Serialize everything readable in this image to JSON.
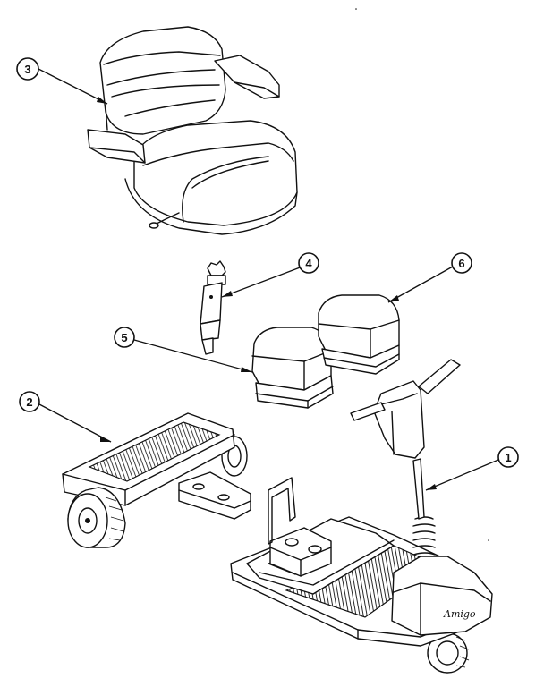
{
  "diagram": {
    "callouts": [
      {
        "id": "1",
        "label": "1",
        "part": "scooter-base"
      },
      {
        "id": "2",
        "label": "2",
        "part": "rear-wheel-section"
      },
      {
        "id": "3",
        "label": "3",
        "part": "seat"
      },
      {
        "id": "4",
        "label": "4",
        "part": "seat-post"
      },
      {
        "id": "5",
        "label": "5",
        "part": "battery"
      },
      {
        "id": "6",
        "label": "6",
        "part": "battery"
      }
    ],
    "brand_mark": "Amigo"
  }
}
